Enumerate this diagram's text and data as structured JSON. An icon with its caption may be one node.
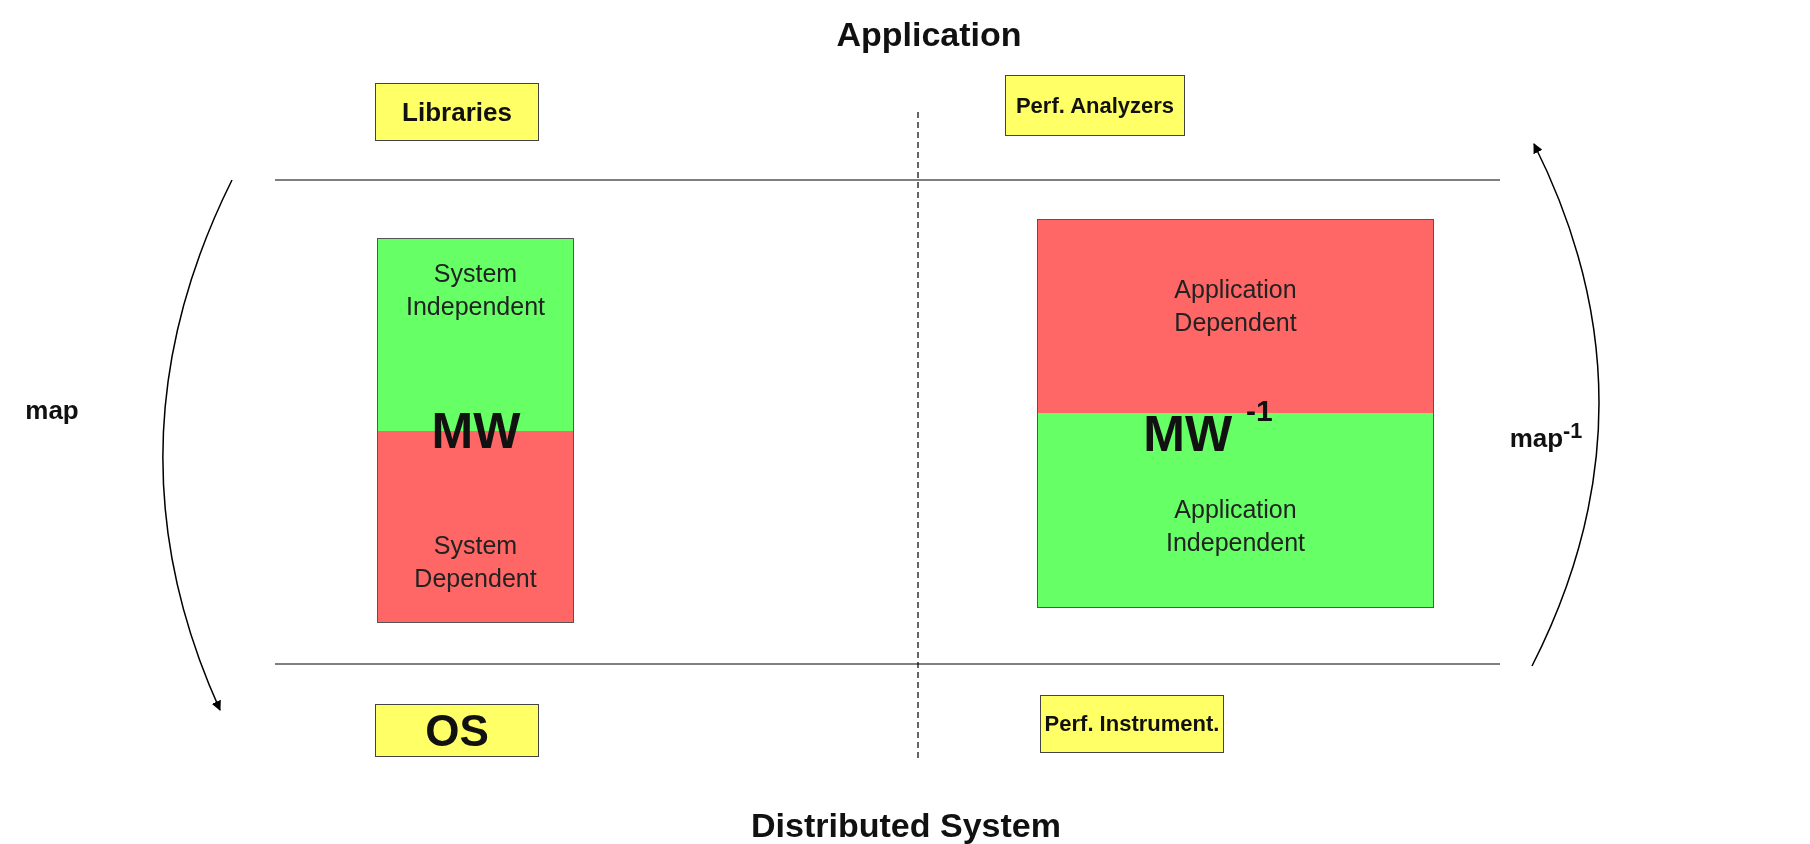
{
  "diagram": {
    "nodes": [
      {
        "text": [
          "Libraries"
        ]
      },
      {
        "text": [
          "Perf. Analyzers"
        ]
      },
      {
        "text": [
          "System Independent",
          "MW",
          "System Dependent"
        ]
      },
      {
        "text": [
          "Application Dependent",
          "MW$^{-1}$",
          "Application Independent"
        ]
      },
      {
        "text": [
          "OS"
        ]
      },
      {
        "text": [
          "Perf. Instrument."
        ]
      }
    ],
    "labels": [
      "Application",
      "map",
      "map$^{-1}$",
      "Distributed System"
    ]
  }
}
